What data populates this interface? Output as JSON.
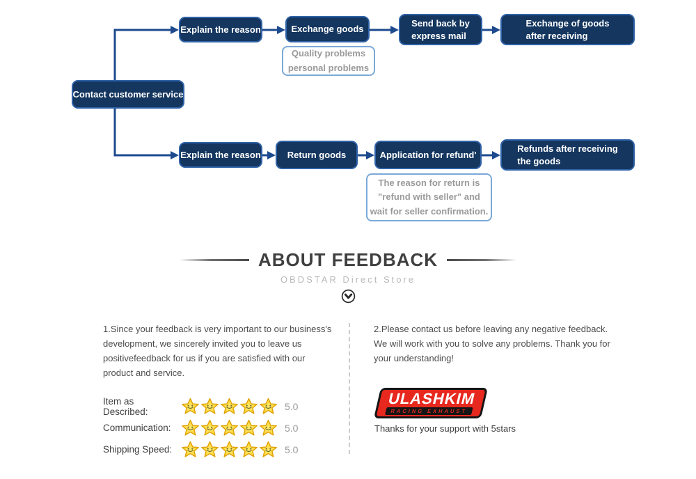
{
  "colors": {
    "box_fill": "#14365f",
    "box_border": "#2f62a8",
    "connector_blue": "#1d4a8e",
    "note_border": "#7aa9d8",
    "note_text": "#9a9a9a",
    "heading_text": "#3f3f3f",
    "subtitle_text": "#b9b9b9",
    "body_text": "#4c4c4c",
    "star_yellow": "#ffd93b",
    "star_outline": "#de9f00",
    "logo_red": "#e6281e",
    "logo_black": "#151515"
  },
  "flowchart": {
    "root_label": "Contact customer service",
    "exchange_path": {
      "step1": "Explain the reason",
      "step2": "Exchange goods",
      "step3": "Send back by\nexpress mail",
      "step4": "Exchange of goods\nafter receiving",
      "note": "Quality problems\npersonal problems"
    },
    "refund_path": {
      "step1": "Explain the reason",
      "step2": "Return goods",
      "step3": "Application for refund'",
      "step4": "Refunds after receiving\nthe goods",
      "note": "The reason for return is\n\"refund with seller\" and\nwait for seller confirmation."
    }
  },
  "feedback": {
    "title": "ABOUT FEEDBACK",
    "subtitle": "OBDSTAR Direct Store",
    "point1": "1.Since your feedback is very important to our business's\ndevelopment, we sincerely invited you to leave us\npositivefeedback for us if you are satisfied with our\nproduct and service.",
    "point2": "2.Please contact us before leaving any negative feedback.\nWe will work with you to solve any problems. Thank you for\nyour understanding!",
    "ratings": [
      {
        "label": "Item as Described:",
        "stars": 5,
        "value": "5.0"
      },
      {
        "label": "Communication:",
        "stars": 5,
        "value": "5.0"
      },
      {
        "label": "Shipping Speed:",
        "stars": 5,
        "value": "5.0"
      }
    ],
    "logo": {
      "name": "ULASHKIM",
      "tagline": "RACING EXHAUST"
    },
    "thanks": "Thanks for your support with 5stars"
  }
}
